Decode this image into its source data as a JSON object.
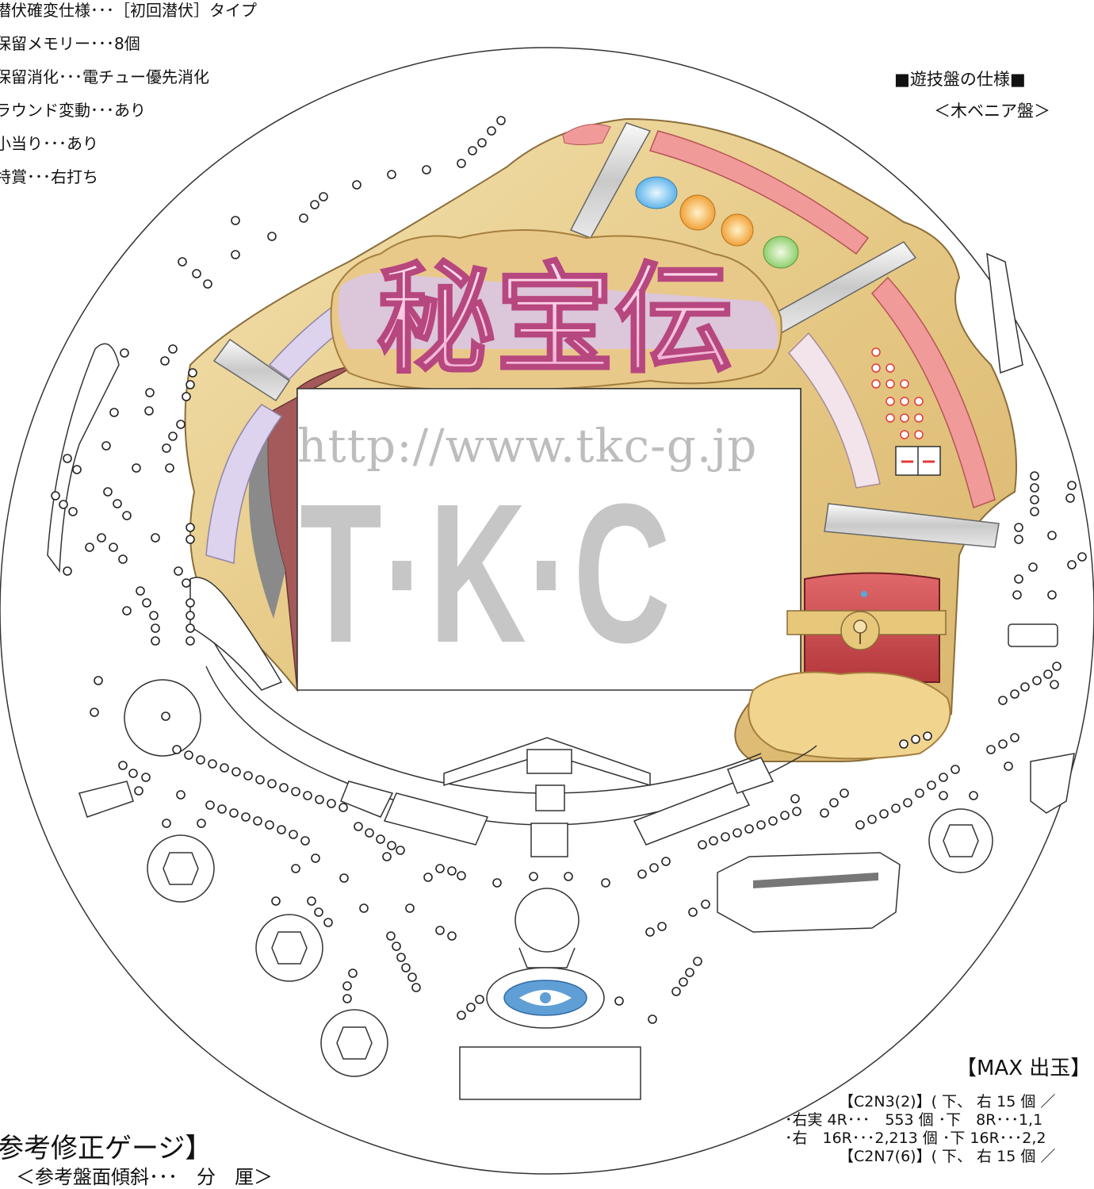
{
  "specs": [
    "潜伏確変仕様･･･［初回潜伏］タイプ",
    "保留メモリー･･･8個",
    "保留消化･･･電チュー優先消化",
    "ラウンド変動･･･あり",
    "小当り･･･あり",
    "特賞･･･右打ち"
  ],
  "board": {
    "title": "■遊技盤の仕様■",
    "material": "＜木ベニア盤＞",
    "logo": "秘宝伝"
  },
  "watermark": {
    "url": "http://www.tkc-g.jp",
    "brand": "T·K·C"
  },
  "max_payout": {
    "title": "【MAX 出玉】",
    "lines": [
      "【C2N3(2)】( 下、 右 15 個 ／",
      "･右実 4R･･･　553 個 ･下　8R･･･1,1",
      "･右　16R･･･2,213 個 ･下 16R･･･2,2",
      "【C2N7(6)】( 下、 右 15 個 ／"
    ]
  },
  "reference": {
    "title": "参考修正ゲージ】",
    "subtitle": "＜参考盤面傾斜･･･　分　厘＞"
  },
  "colors": {
    "gold": "#e8cf8e",
    "pink_bar": "#f19a9a",
    "lavender": "#ddd3ee",
    "chest_red": "#c9474a",
    "center_eye": "#5f9fd6"
  }
}
